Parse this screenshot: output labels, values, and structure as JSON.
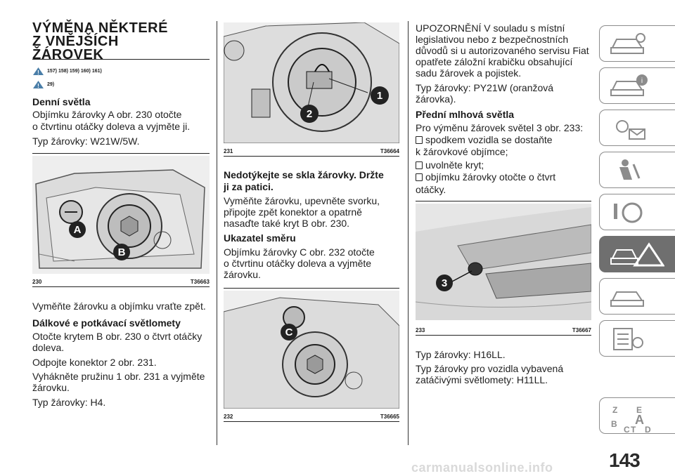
{
  "title": {
    "line1": "VÝMĚNA NĚKTERÉ",
    "line2": "Z VNĚJŠÍCH",
    "line3": "ŽÁROVEK"
  },
  "warnings": {
    "refs1": "157) 158) 159) 160) 161)",
    "refs2": "29)"
  },
  "col1": {
    "h_daytime": "Denní světla",
    "p1": "Objímku žárovky A obr. 230 otočte",
    "p1b": "o čtvrtinu otáčky doleva a vyjměte ji.",
    "p2": "Typ žárovky: W21W/5W.",
    "fig_num": "230",
    "fig_code": "T36663",
    "marker_a": "A",
    "marker_b": "B",
    "p3": "Vyměňte žárovku a objímku vraťte zpět.",
    "h_beam": "Dálkové e potkávací světlomety",
    "p4a": "Otočte krytem B obr. 230 o čtvrt otáčky",
    "p4b": "doleva.",
    "p5": "Odpojte konektor 2 obr. 231.",
    "p6a": "Vyhákněte pružinu 1 obr. 231 a vyjměte",
    "p6b": "žárovku.",
    "p7": "Typ žárovky: H4."
  },
  "col2": {
    "fig_num": "231",
    "fig_code": "T36664",
    "marker_1": "1",
    "marker_2": "2",
    "h_notouch1": "Nedotýkejte se skla žárovky. Držte",
    "h_notouch2": "ji za patici.",
    "p1a": "Vyměňte žárovku, upevněte svorku,",
    "p1b": "připojte zpět konektor a opatrně",
    "p1c": "nasaďte také kryt B obr. 230.",
    "h_turn": "Ukazatel směru",
    "p2a": "Objímku žárovky C obr. 232 otočte",
    "p2b": "o čtvrtinu otáčky doleva a vyjměte",
    "p2c": "žárovku.",
    "fig2_num": "232",
    "fig2_code": "T36665",
    "marker_c": "C"
  },
  "col3": {
    "n1": "UPOZORNĚNÍ V souladu s místní",
    "n2": "legislativou nebo z bezpečnostních",
    "n3": "důvodů si u autorizovaného servisu Fiat",
    "n4": "opatřete záložní krabičku obsahující",
    "n5": "sadu žárovek a pojistek.",
    "p1a": "Typ žárovky: PY21W (oranžová",
    "p1b": "žárovka).",
    "h_fog": "Přední mlhová světla",
    "p2": "Pro výměnu žárovek světel 3 obr. 233:",
    "b1": "spodkem vozidla se dostaňte",
    "b1b": "k žárovkové objímce;",
    "b2": "uvolněte kryt;",
    "b3": "objímku žárovky otočte o čtvrt",
    "b3b": "otáčky.",
    "fig_num": "233",
    "fig_code": "T36667",
    "marker_3": "3",
    "p3": "Typ žárovky: H16LL.",
    "p4a": "Typ žárovky pro vozidla vybavená",
    "p4b": "zatáčivými světlomety: H11LL."
  },
  "page_number": "143",
  "watermark": "carmanualsonline.info",
  "colors": {
    "tab_active": "#6f6f6f",
    "tab_border": "#8c8c8c",
    "text": "#1a1a1a",
    "marker": "#222222"
  },
  "tabs": [
    {
      "icon": "car-search-icon"
    },
    {
      "icon": "car-info-icon"
    },
    {
      "icon": "dashboard-lights-icon"
    },
    {
      "icon": "seat-safety-icon"
    },
    {
      "icon": "steering-key-icon"
    },
    {
      "icon": "car-emergency-icon",
      "active": true
    },
    {
      "icon": "car-maintenance-icon"
    },
    {
      "icon": "technical-data-icon"
    },
    {
      "icon": "alphabetical-index-icon"
    }
  ]
}
